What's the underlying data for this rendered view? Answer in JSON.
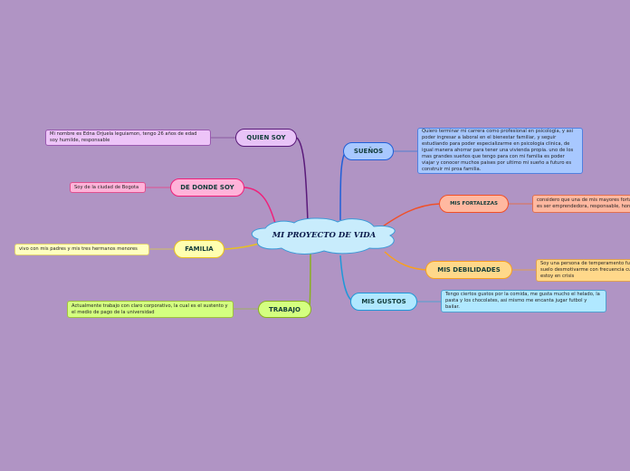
{
  "central": {
    "title": "MI PROYECTO DE VIDA",
    "fill": "#c8ecfc",
    "border": "#3a9ad8"
  },
  "branches": {
    "quien_soy": {
      "label": "QUIEN SOY",
      "note": "Mi nombre es Edna Orjuela leguiamon, tengo 26 años de edad soy humilde, responsable",
      "color": "#5a1a7a"
    },
    "de_donde_soy": {
      "label": "DE DONDE SOY",
      "note": "Soy de la ciudad de Bogota",
      "color": "#f0207a"
    },
    "familia": {
      "label": "FAMILIA",
      "note": "vivo con mis padres y mis tres hermanos menores",
      "color": "#e8c020"
    },
    "trabajo": {
      "label": "TRABAJO",
      "note": "Actualmente trabajo con claro corporativo, la cual es el sustento y el medio de pago de la universidad",
      "color": "#8ab020"
    },
    "suenos": {
      "label": "SUEÑOS",
      "note": "Quiero terminar mi carrera como profesional en psicologia, y asi poder ingresar a laboral en el bienestar familiar, y  seguir estudiando para poder especializarme en psicologia clinica, de igual manera ahorrar para tener una vivienda propia. uno de los mas grandes sueños que tengo para con mi familia es poder viajar y conocer muchos paises por ultimo mi sueño a futuro es construir mi proa familia.",
      "color": "#2060d8"
    },
    "fortalezas": {
      "label": "MIS FORTALEZAS",
      "note": "considero que una de mis mayores fortalezas es ser emprendedora, responsable, honesta",
      "color": "#f05028"
    },
    "debilidades": {
      "label": "MIS DEBILIDADES",
      "note": "Soy una persona de temperamento fuerte y suelo desmotivarme  con frecuencia cuando estoy en crisis",
      "color": "#f8a020"
    },
    "gustos": {
      "label": "MIS GUSTOS",
      "note": "Tengo ciertos gustos por la comida, me gusta mucho el helado, la pasta y los chocolates, asi mismo me encanta jugar futbol y bailar.",
      "color": "#2098d8"
    }
  }
}
